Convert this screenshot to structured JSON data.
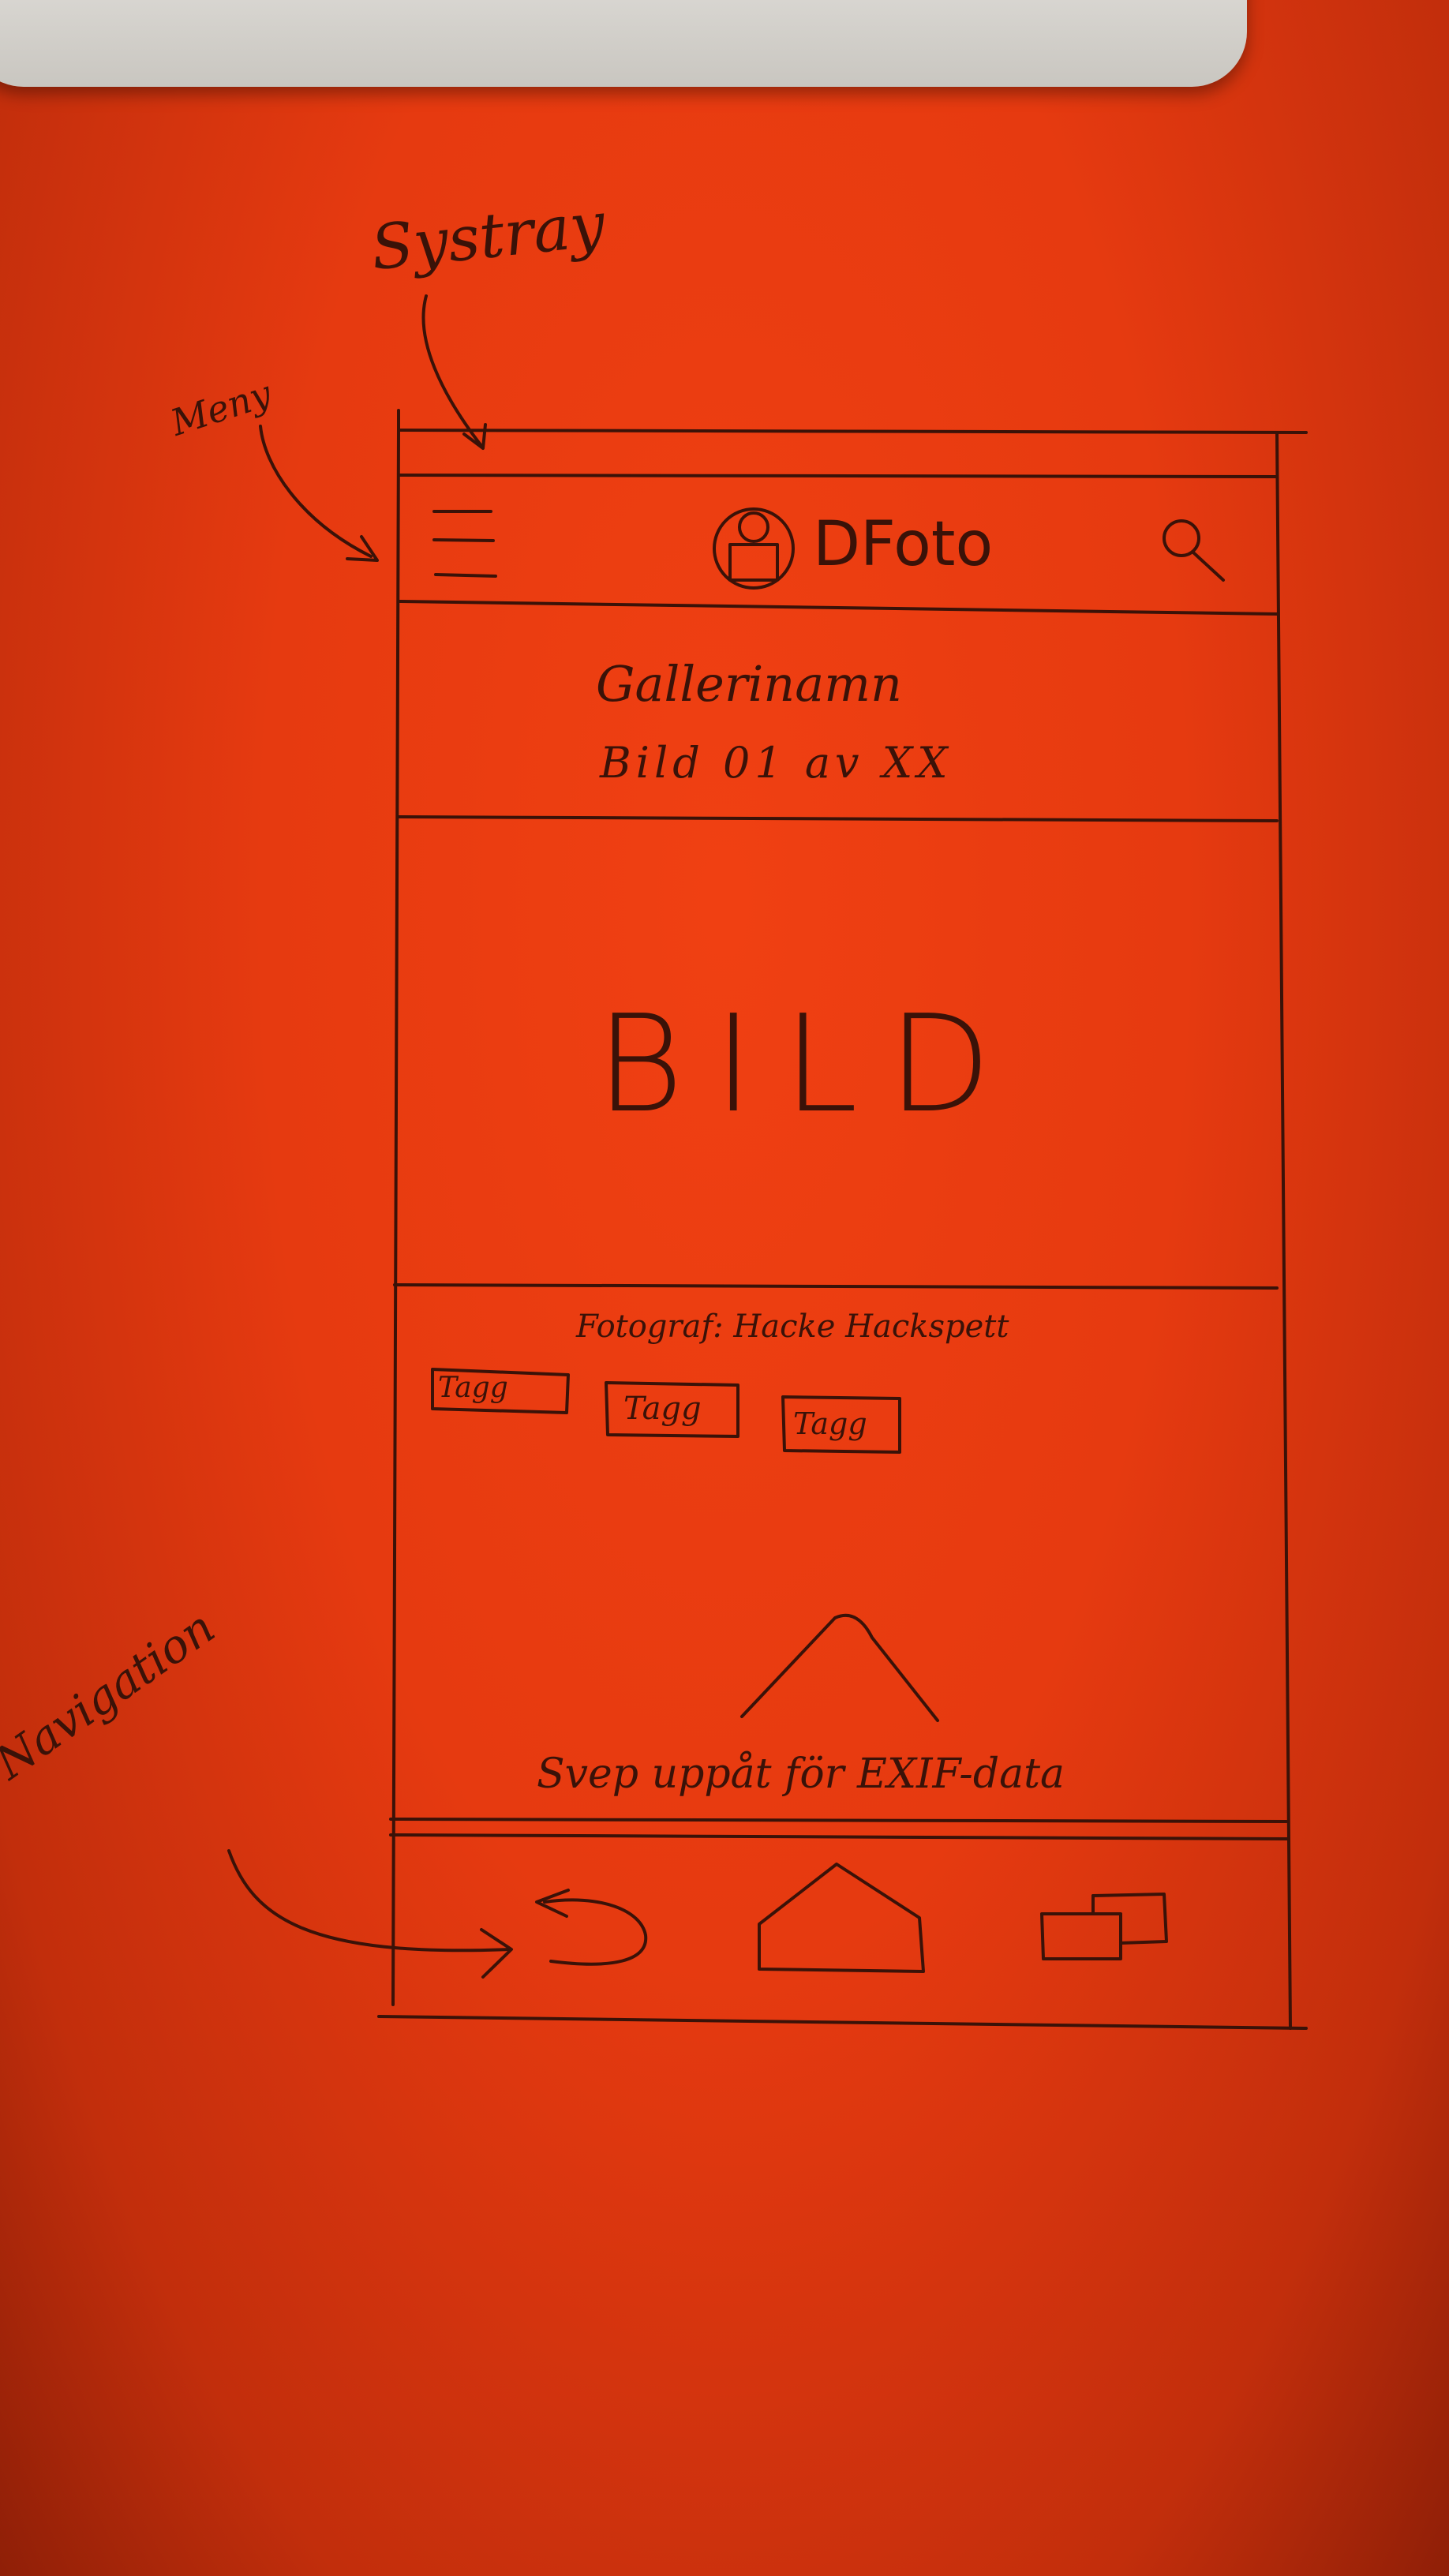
{
  "annotations": {
    "systray": "Systray",
    "meny": "Meny",
    "navigation": "Navigation"
  },
  "header": {
    "logo_text": "DFoto",
    "menu_icon": "hamburger-icon",
    "logo_icon": "camera-person-icon",
    "search_icon": "search-icon"
  },
  "gallery": {
    "name": "Gallerinamn",
    "counter": "Bild 01 av XX"
  },
  "image": {
    "placeholder": "BILD"
  },
  "info": {
    "photographer": "Fotograf: Hacke Hackspett",
    "tags": [
      "Tagg",
      "Tagg",
      "Tagg"
    ]
  },
  "swipe": {
    "hint": "Svep uppåt för EXIF-data",
    "icon": "chevron-up-icon"
  },
  "navbar": {
    "back_icon": "back-arrow-icon",
    "home_icon": "home-icon",
    "windows_icon": "windows-icon"
  },
  "colors": {
    "paper": "#e63a10",
    "ink": "#3a1208"
  }
}
